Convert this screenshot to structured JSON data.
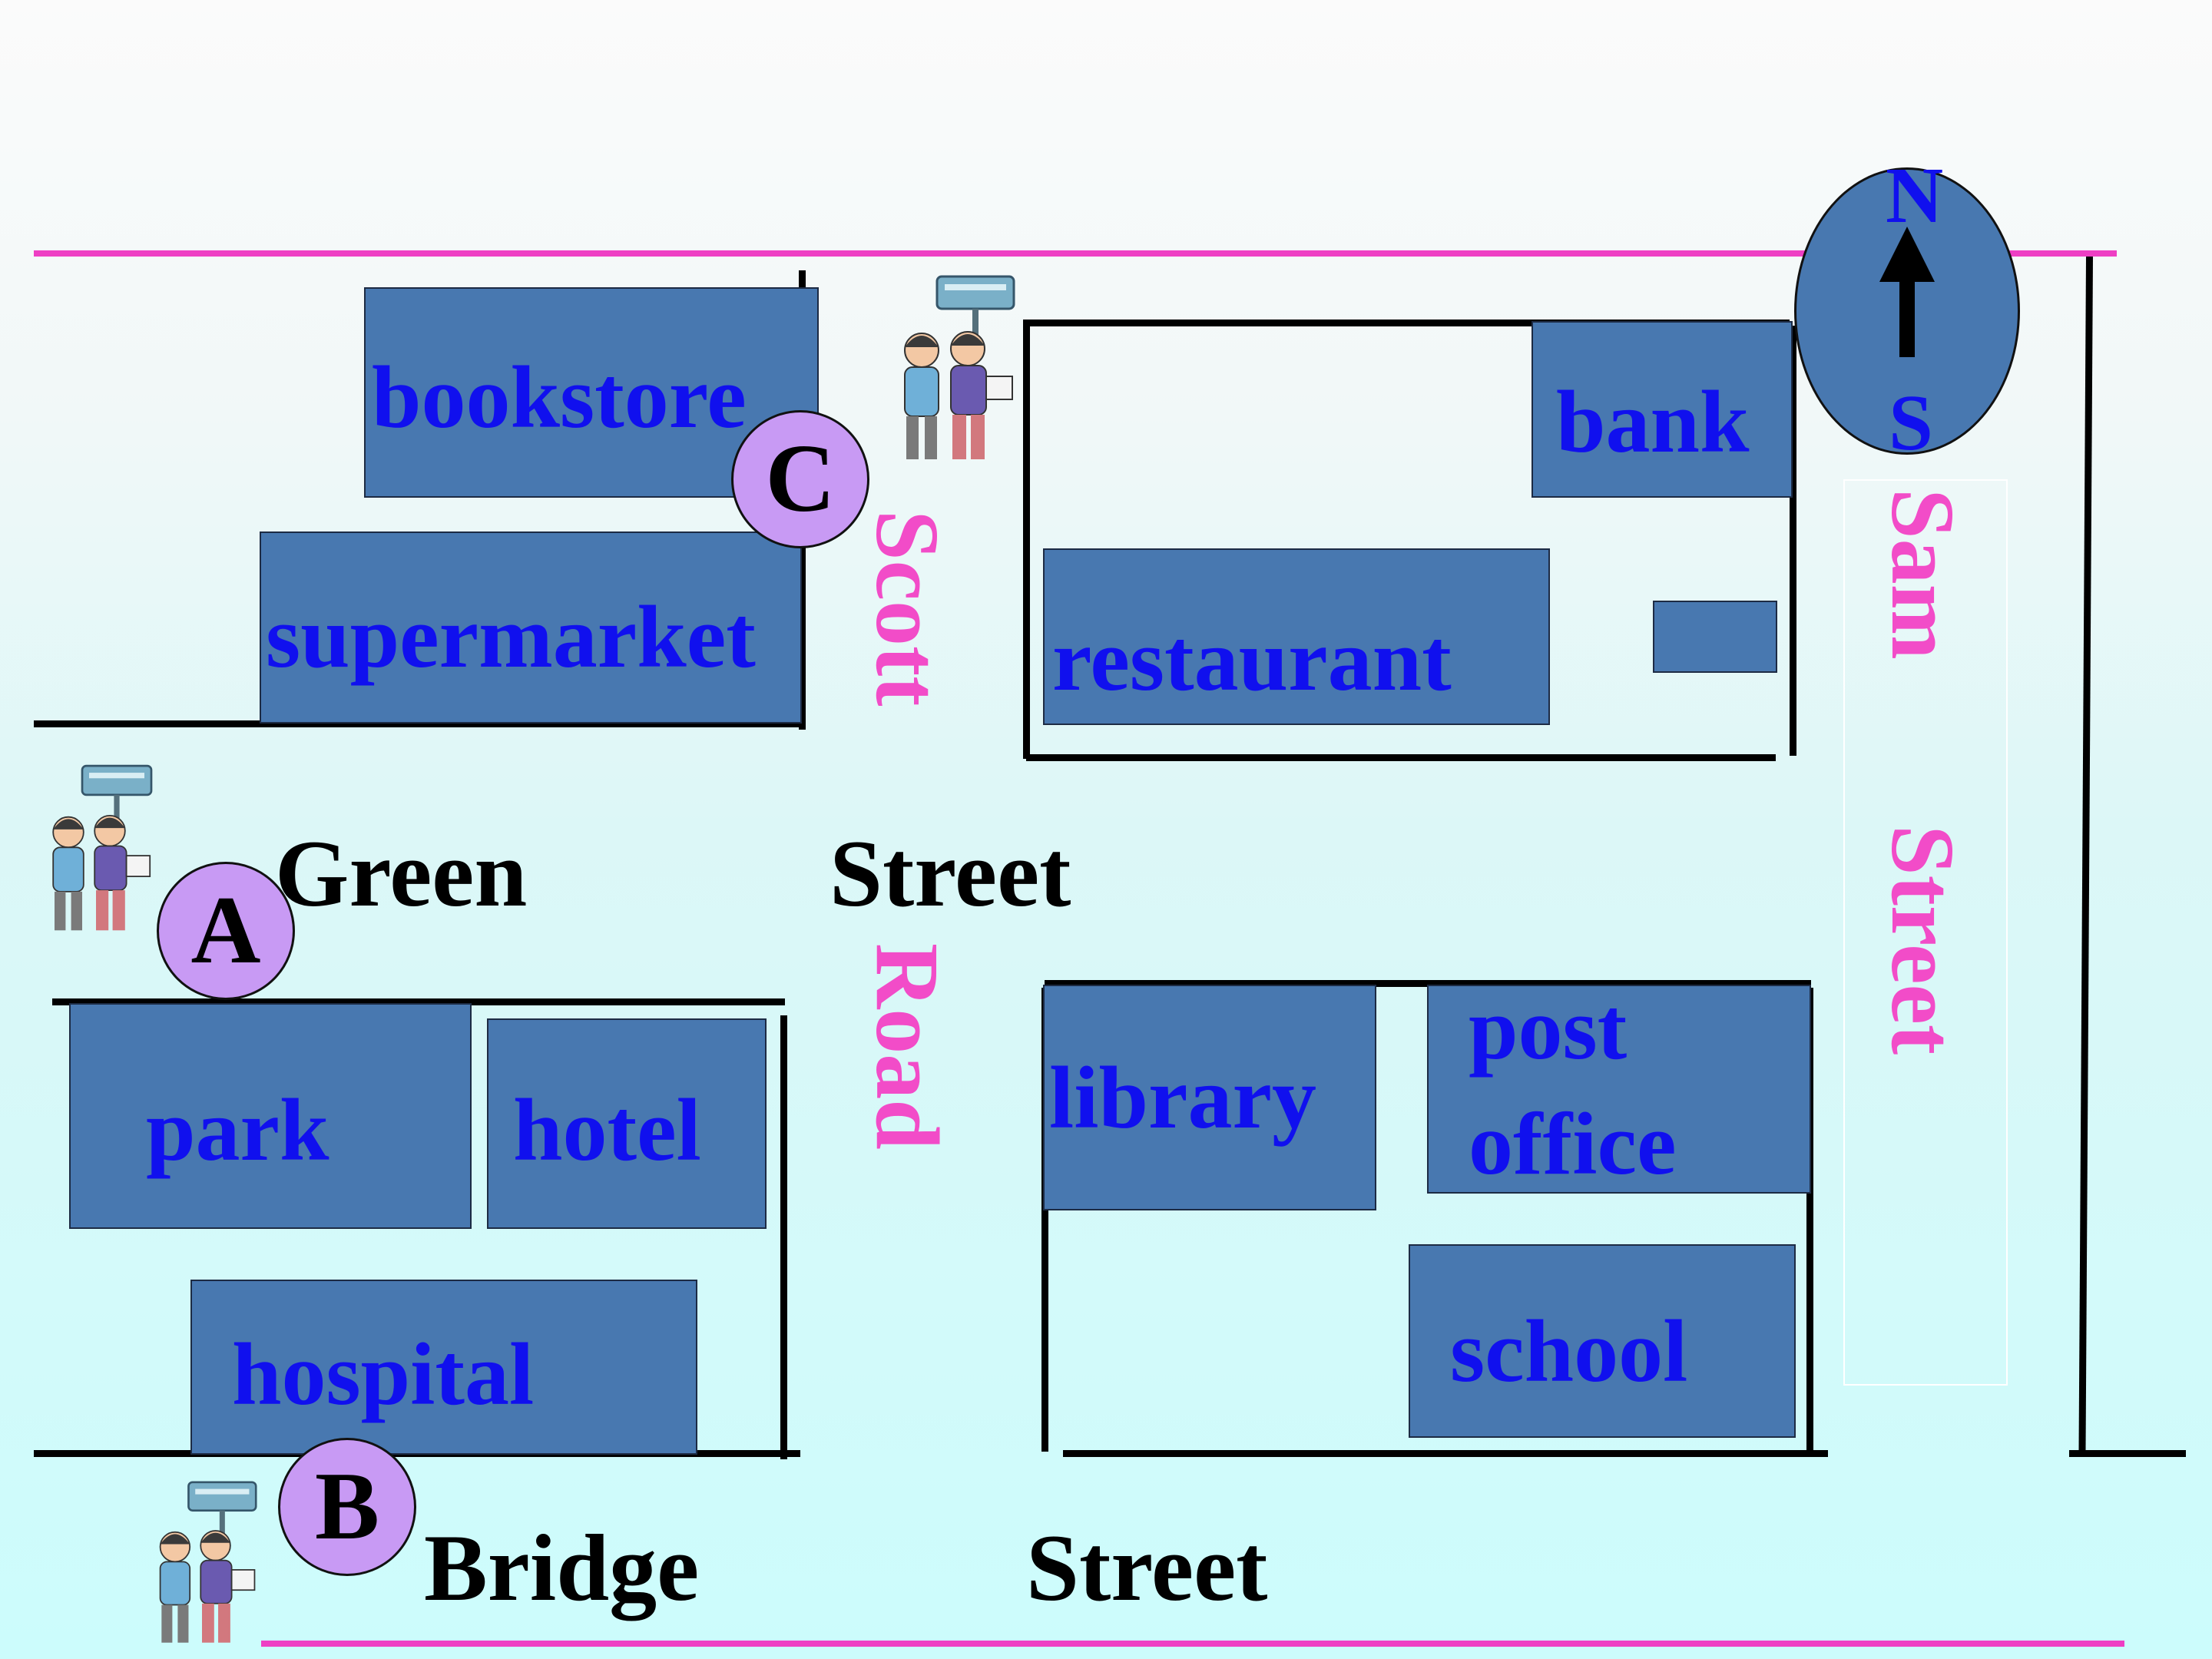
{
  "buildings": {
    "bookstore": "bookstore",
    "supermarket": "supermarket",
    "bank": "bank",
    "restaurant": "restaurant",
    "park": "park",
    "hotel": "hotel",
    "hospital": "hospital",
    "library": "library",
    "post_office_line1": "post",
    "post_office_line2": "office",
    "school": "school"
  },
  "streets": {
    "green_1": "Green",
    "green_2": "Street",
    "bridge_1": "Bridge",
    "bridge_2": "Street",
    "scott": "Scott",
    "road": "Road",
    "sam": "Sam",
    "sam_street": "Street"
  },
  "markers": {
    "a": "A",
    "b": "B",
    "c": "C"
  },
  "compass": {
    "north": "N",
    "south": "S"
  },
  "colors": {
    "building": "#4878b0",
    "building_text": "#1010ee",
    "road_edge": "#ee3fc4",
    "vertical_street_text": "#f24cc8",
    "marker": "#c89af4"
  },
  "icons": [
    "two-kids-with-map-icon",
    "north-arrow-icon"
  ]
}
